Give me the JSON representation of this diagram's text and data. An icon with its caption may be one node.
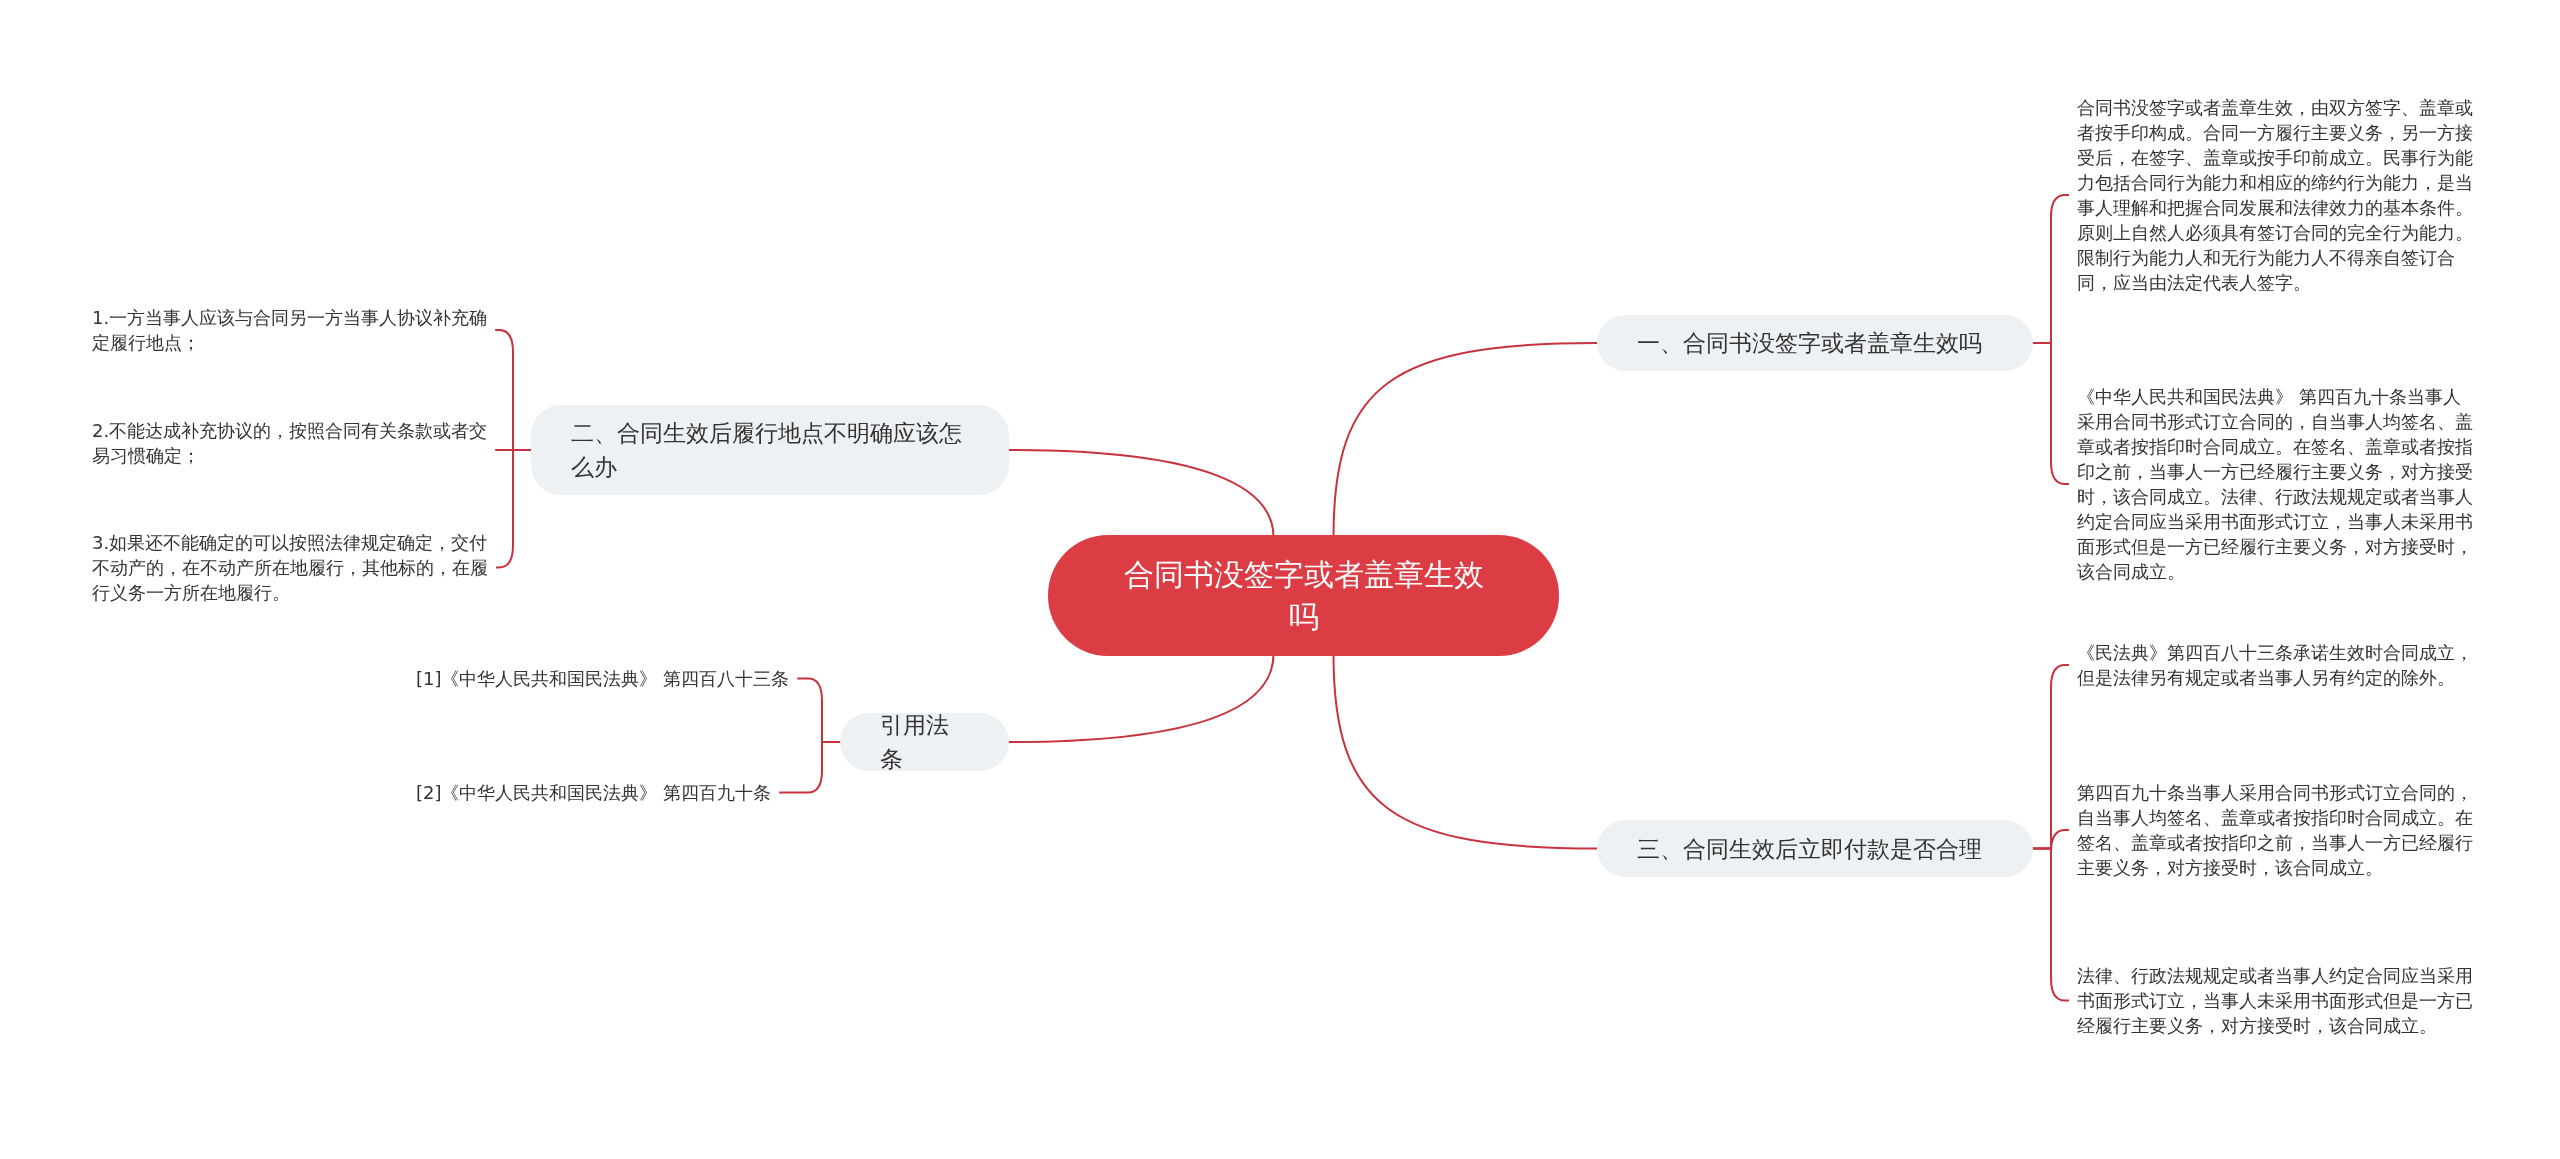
{
  "diagram": {
    "nodes": [
      {
        "text": [
          "合同书没签字或者盖章生效吗"
        ]
      },
      {
        "text": [
          "一、合同书没签字或者盖章生效吗"
        ]
      },
      {
        "text": [
          "合同书没签字或者盖章生效，由双方签字、盖章或者按手印构成。合同一方履行主要义务，另一方接受后，在签字、盖章或按手印前成立。民事行为能力包括合同行为能力和相应的缔约行为能力，是当事人理解和把握合同发展和法律效力的基本条件。原则上自然人必须具有签订合同的完全行为能力。限制行为能力人和无行为能力人不得亲自签订合同，应当由法定代表人签字。"
        ]
      },
      {
        "text": [
          "《中华人民共和国民法典》 第四百九十条当事人采用合同书形式订立合同的，自当事人均签名、盖章或者按指印时合同成立。在签名、盖章或者按指印之前，当事人一方已经履行主要义务，对方接受时，该合同成立。法律、行政法规规定或者当事人约定合同应当采用书面形式订立，当事人未采用书面形式但是一方已经履行主要义务，对方接受时，该合同成立。"
        ]
      },
      {
        "text": [
          "三、合同生效后立即付款是否合理"
        ]
      },
      {
        "text": [
          "《民法典》第四百八十三条承诺生效时合同成立，但是法律另有规定或者当事人另有约定的除外。"
        ]
      },
      {
        "text": [
          "第四百九十条当事人采用合同书形式订立合同的，自当事人均签名、盖章或者按指印时合同成立。在签名、盖章或者按指印之前，当事人一方已经履行主要义务，对方接受时，该合同成立。"
        ]
      },
      {
        "text": [
          "法律、行政法规规定或者当事人约定合同应当采用书面形式订立，当事人未采用书面形式但是一方已经履行主要义务，对方接受时，该合同成立。"
        ]
      },
      {
        "text": [
          "二、合同生效后履行地点不明确应该怎么办"
        ]
      },
      {
        "text": [
          "1.一方当事人应该与合同另一方当事人协议补充确定履行地点；"
        ]
      },
      {
        "text": [
          "2.不能达成补充协议的，按照合同有关条款或者交易习惯确定；"
        ]
      },
      {
        "text": [
          "3.如果还不能确定的可以按照法律规定确定，交付不动产的，在不动产所在地履行，其他标的，在履行义务一方所在地履行。"
        ]
      },
      {
        "text": [
          "引用法条"
        ]
      },
      {
        "text": [
          "[1]《中华人民共和国民法典》 第四百八十三条"
        ]
      },
      {
        "text": [
          "[2]《中华人民共和国民法典》 第四百九十条"
        ]
      }
    ],
    "edges": [
      {
        "from": 0,
        "to": 1,
        "arrow": "none"
      },
      {
        "from": 1,
        "to": 2,
        "arrow": "none"
      },
      {
        "from": 1,
        "to": 3,
        "arrow": "none"
      },
      {
        "from": 0,
        "to": 4,
        "arrow": "none"
      },
      {
        "from": 4,
        "to": 5,
        "arrow": "none"
      },
      {
        "from": 4,
        "to": 6,
        "arrow": "none"
      },
      {
        "from": 4,
        "to": 7,
        "arrow": "none"
      },
      {
        "from": 0,
        "to": 8,
        "arrow": "none"
      },
      {
        "from": 8,
        "to": 9,
        "arrow": "none"
      },
      {
        "from": 8,
        "to": 10,
        "arrow": "none"
      },
      {
        "from": 8,
        "to": 11,
        "arrow": "none"
      },
      {
        "from": 0,
        "to": 12,
        "arrow": "none"
      },
      {
        "from": 12,
        "to": 13,
        "arrow": "none"
      },
      {
        "from": 12,
        "to": 14,
        "arrow": "none"
      }
    ]
  }
}
